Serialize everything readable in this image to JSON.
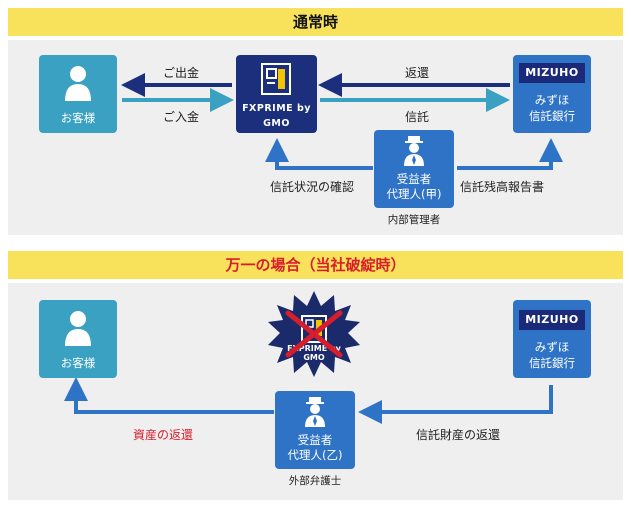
{
  "normal": {
    "title": "通常時",
    "customer": "お客様",
    "company_logo": "FXPRIME by GMO",
    "bank_brand": "MIZUHO",
    "bank_name_line1": "みずほ",
    "bank_name_line2": "信託銀行",
    "agent_line1": "受益者",
    "agent_line2": "代理人(甲)",
    "agent_caption": "内部管理者",
    "arrow_withdraw": "ご出金",
    "arrow_deposit": "ご入金",
    "arrow_return": "返還",
    "arrow_trust": "信託",
    "arrow_trust_status": "信託状況の確認",
    "arrow_balance_report": "信託残高報告書"
  },
  "emergency": {
    "title": "万一の場合（当社破綻時）",
    "customer": "お客様",
    "company_logo": "FXPRIME by GMO",
    "bank_brand": "MIZUHO",
    "bank_name_line1": "みずほ",
    "bank_name_line2": "信託銀行",
    "agent_line1": "受益者",
    "agent_line2": "代理人(乙)",
    "agent_caption": "外部弁護士",
    "arrow_asset_return": "資産の返還",
    "arrow_trust_asset_return": "信託財産の返還"
  },
  "colors": {
    "band": "#f9e25b",
    "customer_box": "#3aa1c3",
    "company_box": "#1b2f7d",
    "agent_box": "#2f73c7",
    "arrow_navy": "#1b2f7d",
    "arrow_blue": "#2f73c7",
    "arrow_teal": "#3aa1c3",
    "bankrupt_star": "#1b2a6b",
    "cross": "#d81e2c",
    "emergency_title": "#d81e2c"
  },
  "icons": {
    "customer": "person-icon",
    "agent": "agent-with-hat-icon",
    "company": "fxprime-logo-icon",
    "bankrupt": "starburst-icon",
    "cancel": "red-cross-icon"
  }
}
